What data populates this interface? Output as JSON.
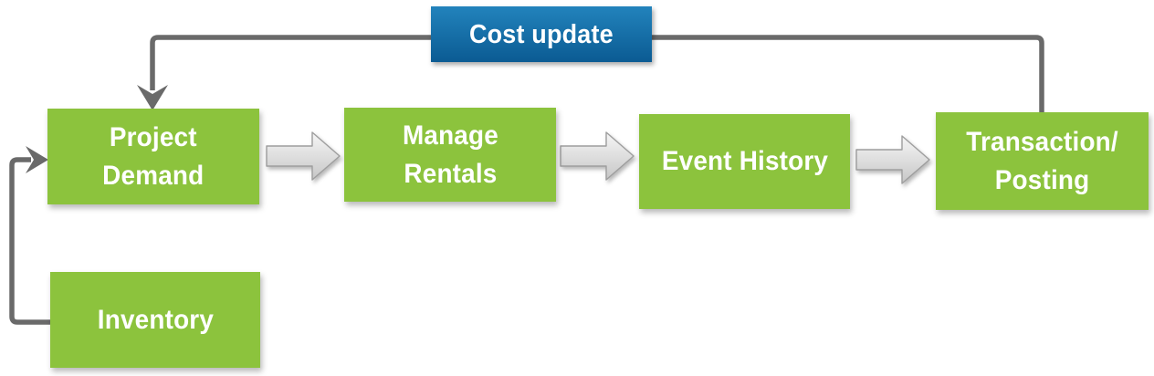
{
  "colors": {
    "background": "#FFFFFF",
    "node_green": "#8CC33D",
    "update_blue_top": "#2283BC",
    "update_blue_bottom": "#0B5B93",
    "connector_gray": "#6A6A6A",
    "flow_arrow_light": "#F6F6F6",
    "flow_arrow_dark": "#C6C6C6",
    "flow_arrow_border": "#9E9E9E",
    "label_text": "#FFFFFF"
  },
  "flowchart": {
    "update_box": {
      "id": "cost-update",
      "label": "Cost update"
    },
    "main_flow": [
      {
        "id": "project-demand",
        "lines": [
          "Project",
          "Demand"
        ]
      },
      {
        "id": "manage-rentals",
        "lines": [
          "Manage",
          "Rentals"
        ]
      },
      {
        "id": "event-history",
        "lines": [
          "Event History"
        ]
      },
      {
        "id": "transaction-posting",
        "lines": [
          "Transaction/",
          "Posting"
        ]
      }
    ],
    "secondary_flow": [
      {
        "id": "inventory",
        "lines": [
          "Inventory"
        ]
      }
    ],
    "connections": [
      {
        "from": "project-demand",
        "to": "manage-rentals",
        "style": "block-arrow"
      },
      {
        "from": "manage-rentals",
        "to": "event-history",
        "style": "block-arrow"
      },
      {
        "from": "event-history",
        "to": "transaction-posting",
        "style": "block-arrow"
      },
      {
        "from": "transaction-posting",
        "to": "project-demand",
        "via": "cost-update",
        "style": "elbow-line-arrow"
      },
      {
        "from": "inventory",
        "to": "project-demand",
        "style": "elbow-line-arrow"
      }
    ]
  }
}
